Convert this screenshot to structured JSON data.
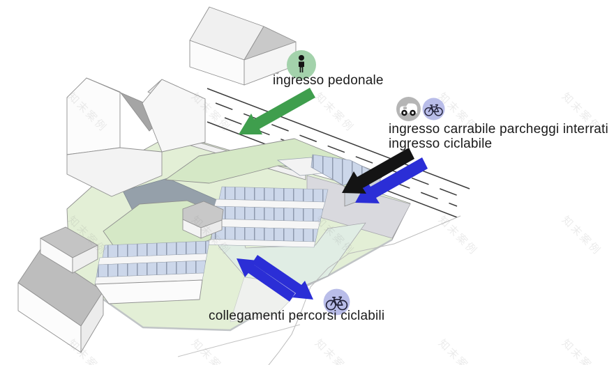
{
  "legend": {
    "pedestrian_entrance": {
      "label": "ingresso pedonale",
      "icon": "pedestrian-icon",
      "icon_bg_color": "#a3d2ab",
      "arrow_color": "#3f9e4d"
    },
    "driveway_entrance": {
      "label_line1": "ingresso carrabile parcheggi interrati",
      "label_line2": "ingresso ciclabile",
      "car_icon": "car-icon",
      "bike_icon": "bicycle-icon",
      "car_icon_bg_color": "#b5b5b5",
      "bike_icon_bg_color": "#b9bde9",
      "car_arrow_color": "#141414",
      "bike_arrow_color": "#2b2ed6"
    },
    "bike_path_links": {
      "label": "collegamenti percorsi ciclabili",
      "icon": "bicycle-icon",
      "icon_bg_color": "#b9bde9",
      "arrow_color": "#2b2ed6"
    }
  },
  "watermark": {
    "text": "知末案例"
  },
  "colors": {
    "site_green": "#e3efd6",
    "building_roof_green": "#d5e8c6",
    "glass_blue": "#ccd7ea",
    "courtyard_teal": "#e0ede4",
    "paving_gray": "#d9d9de",
    "pit_gray": "#95a0aa",
    "road_line": "#3a3a3a"
  }
}
